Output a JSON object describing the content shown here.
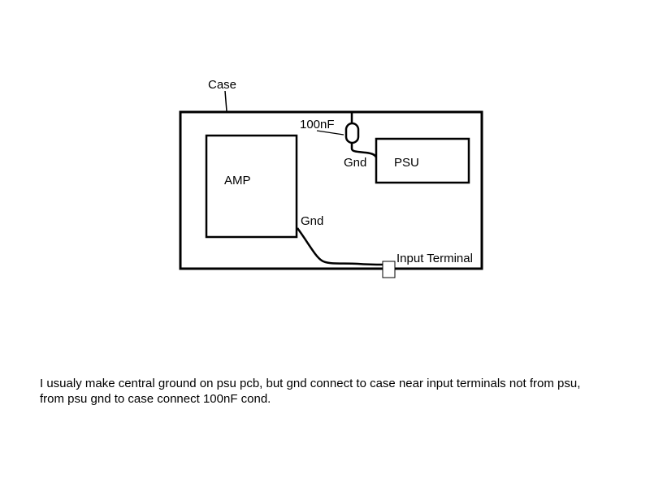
{
  "diagram": {
    "labels": {
      "case": "Case",
      "amp": "AMP",
      "psu": "PSU",
      "capacitor": "100nF",
      "psu_gnd": "Gnd",
      "amp_gnd": "Gnd",
      "input_terminal": "Input Terminal"
    }
  },
  "caption": {
    "line1": "I usualy make central ground on psu pcb, but gnd connect to case near input terminals not from psu,",
    "line2": "from psu gnd to case connect 100nF cond."
  }
}
